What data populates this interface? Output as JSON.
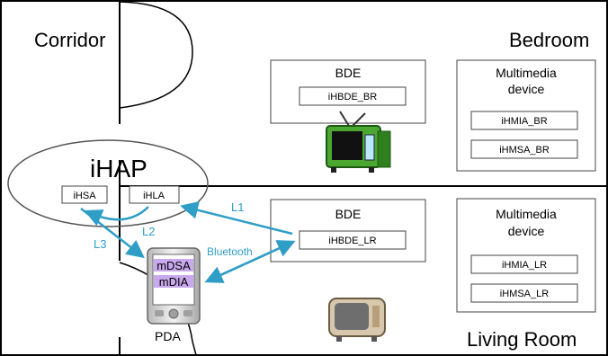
{
  "rooms": {
    "corridor": "Corridor",
    "bedroom": "Bedroom",
    "living_room": "Living Room"
  },
  "ihap": {
    "title": "iHAP",
    "ihsa": "iHSA",
    "ihla": "iHLA"
  },
  "bedroom": {
    "bde_title": "BDE",
    "bde_agent": "iHBDE_BR",
    "multimedia_line1": "Multimedia",
    "multimedia_line2": "device",
    "hmia": "iHMIA_BR",
    "hmsa": "iHMSA_BR"
  },
  "living_room": {
    "bde_title": "BDE",
    "bde_agent": "iHBDE_LR",
    "multimedia_line1": "Multimedia",
    "multimedia_line2": "device",
    "hmia": "iHMIA_LR",
    "hmsa": "iHMSA_LR"
  },
  "links": {
    "l1": "L1",
    "l2": "L2",
    "l3": "L3",
    "bluetooth": "Bluetooth"
  },
  "pda": {
    "label": "PDA",
    "mdsa": "mDSA",
    "mdia": "mDIA"
  },
  "colors": {
    "arrow": "#2f9ec7",
    "line": "#000000",
    "box_border": "#444444",
    "pda_screen": "#c9a9ee"
  },
  "icons": [
    "tv-icon-green",
    "tv-icon-beige",
    "pda-icon"
  ]
}
